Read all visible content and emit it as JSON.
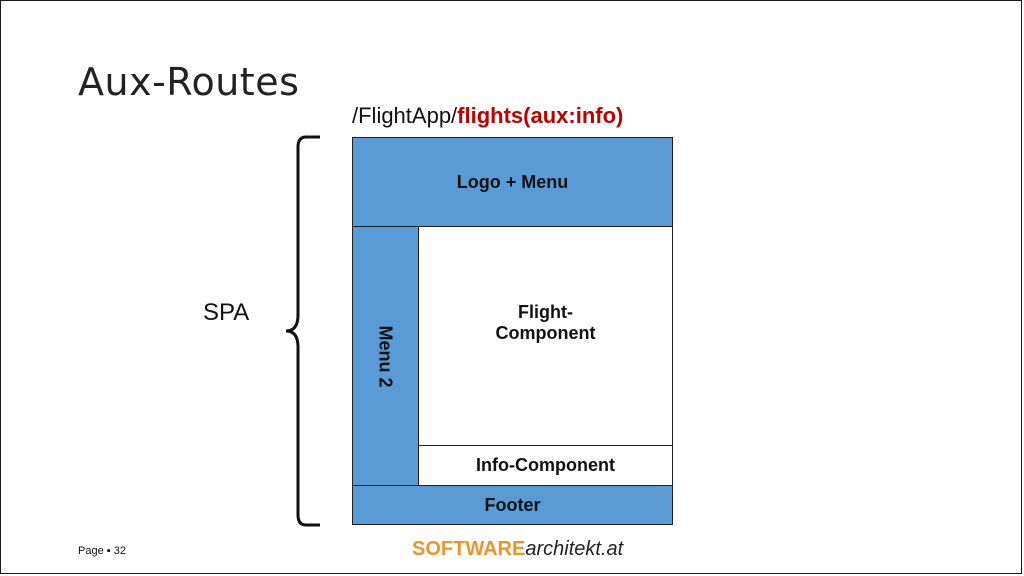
{
  "slide": {
    "title": "Aux-Routes",
    "route_prefix": "/FlightApp/",
    "route_highlight": "flights(aux:info)",
    "spa_label": "SPA"
  },
  "layout_boxes": {
    "header": "Logo + Menu",
    "sidebar": "Menu 2",
    "main_line1": "Flight-",
    "main_line2": "Component",
    "aux": "Info-Component",
    "footer": "Footer"
  },
  "footer": {
    "page_label": "Page",
    "page_number": "32",
    "brand_bold": "SOFTWARE",
    "brand_italic": "architekt.at"
  },
  "colors": {
    "box_blue": "#5b9bd5",
    "route_highlight": "#c00000",
    "brand_orange": "#f0932b"
  }
}
